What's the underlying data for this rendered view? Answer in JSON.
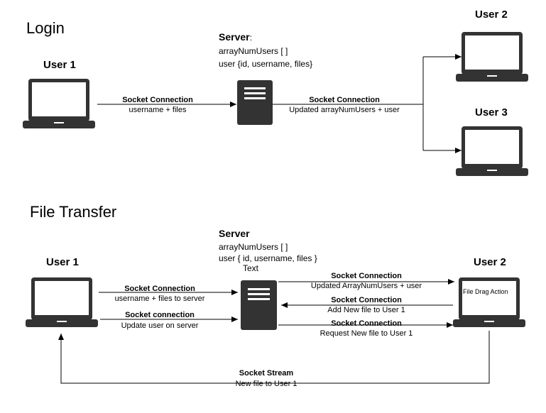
{
  "login": {
    "title": "Login",
    "user1": "User 1",
    "user2": "User 2",
    "user3": "User 3",
    "server_title": "Server",
    "server_colon": ":",
    "server_line1": "arrayNumUsers [ ]",
    "server_line2": "user {id, username, files}",
    "edge_left_bold": "Socket Connection",
    "edge_left_text": "username + files",
    "edge_right_bold": "Socket Connection",
    "edge_right_text": "Updated arrayNumUsers + user"
  },
  "transfer": {
    "title": "File Transfer",
    "user1": "User 1",
    "user2": "User 2",
    "server_title": "Server",
    "server_line1": "arrayNumUsers [ ]",
    "server_line2": "user { id, username, files }",
    "server_line3": "Text",
    "user2_screen_text": "File Drag Action",
    "edge1_bold": "Socket Connection",
    "edge1_text": "username + files to server",
    "edge2_bold": "Socket connection",
    "edge2_text": "Update user on server",
    "edge3_bold": "Socket Connection",
    "edge3_text": "Updated ArrayNumUsers + user",
    "edge4_bold": "Socket Connection",
    "edge4_text": "Add New file to User 1",
    "edge5_bold": "Socket Connection",
    "edge5_text": "Request New file to User 1",
    "stream_bold": "Socket Stream",
    "stream_text": "New file to User 1"
  },
  "icons": [
    "laptop-icon",
    "server-icon"
  ],
  "colors": {
    "device": "#333333",
    "line": "#000000",
    "screen": "#ffffff",
    "server_slot": "#ffffff"
  }
}
